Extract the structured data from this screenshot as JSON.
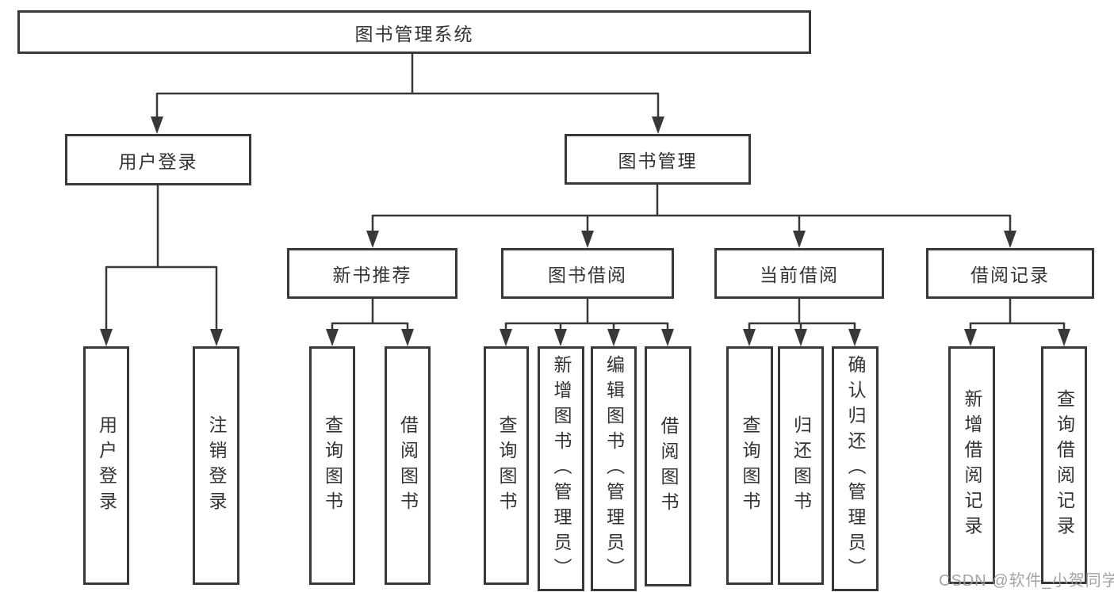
{
  "diagram": {
    "root": {
      "label": "图书管理系统"
    },
    "branches": [
      {
        "label": "用户登录",
        "children": [
          {
            "label": "用户登录"
          },
          {
            "label": "注销登录"
          }
        ]
      },
      {
        "label": "图书管理",
        "children": [
          {
            "label": "新书推荐",
            "children": [
              {
                "label": "查询图书"
              },
              {
                "label": "借阅图书"
              }
            ]
          },
          {
            "label": "图书借阅",
            "children": [
              {
                "label": "查询图书"
              },
              {
                "label": "新增图书（管理员）"
              },
              {
                "label": "编辑图书（管理员）"
              },
              {
                "label": "借阅图书"
              }
            ]
          },
          {
            "label": "当前借阅",
            "children": [
              {
                "label": "查询图书"
              },
              {
                "label": "归还图书"
              },
              {
                "label": "确认归还（管理员）"
              }
            ]
          },
          {
            "label": "借阅记录",
            "children": [
              {
                "label": "新增借阅记录"
              },
              {
                "label": "查询借阅记录"
              }
            ]
          }
        ]
      }
    ]
  },
  "watermark": {
    "text": "CSDN @软件_小贺同学",
    "color": "#9b9b9b"
  },
  "colors": {
    "line": "#383838",
    "box_border": "#383838",
    "box_fill": "#ffffff",
    "text": "#333333"
  }
}
